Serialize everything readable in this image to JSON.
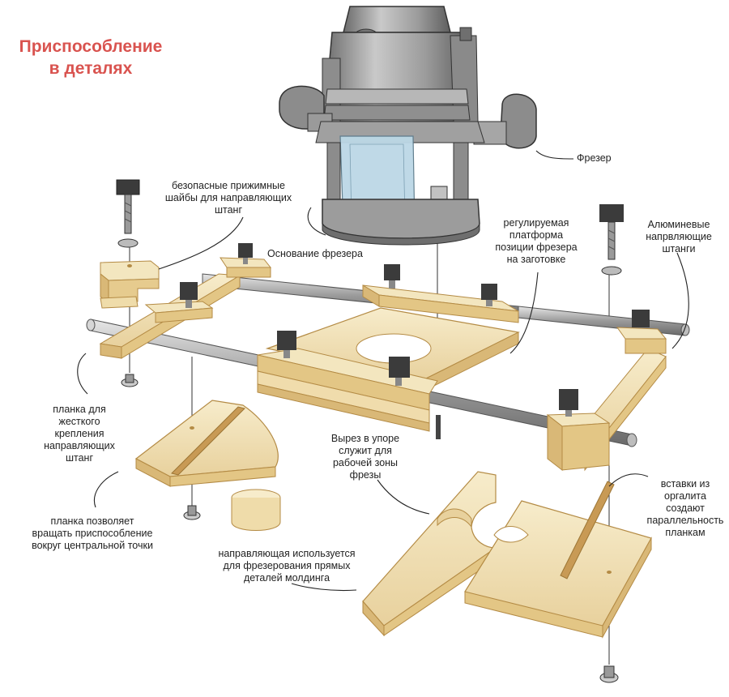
{
  "title": {
    "line1": "Приспособление",
    "line2": "в деталях"
  },
  "labels": {
    "router": "Фрезер",
    "washers": [
      "безопасные прижимные",
      "шайбы для направляющих",
      "штанг"
    ],
    "router_base": "Основание фрезера",
    "platform": [
      "регулируемая",
      "платформа",
      "позиции фрезера",
      "на заготовке"
    ],
    "rods": [
      "Алюминевые",
      "напрвляющие",
      "штанги"
    ],
    "bar": [
      "планка для",
      "жесткого",
      "крепления",
      "направляющих",
      "штанг"
    ],
    "cutout": [
      "Вырез в упоре",
      "служит для",
      "рабочей зоны",
      "фрезы"
    ],
    "inserts": [
      "вставки из",
      "оргалита",
      "создают",
      "параллельность",
      "планкам"
    ],
    "pivot": [
      "планка позволяет",
      "вращать приспособление",
      "вокруг центральной точки"
    ],
    "guide": [
      "направляющая используется",
      "для фрезерования прямых",
      "деталей молдинга"
    ]
  },
  "colors": {
    "wood": "#f3e6bf",
    "wood_edge": "#d9b877",
    "wood_dark": "#c89a55",
    "metal": "#a9a9a9",
    "metal_dark": "#555555",
    "knob": "#3b3b3b",
    "title": "#d9534f",
    "clear_guard": "#bcd8e6"
  }
}
